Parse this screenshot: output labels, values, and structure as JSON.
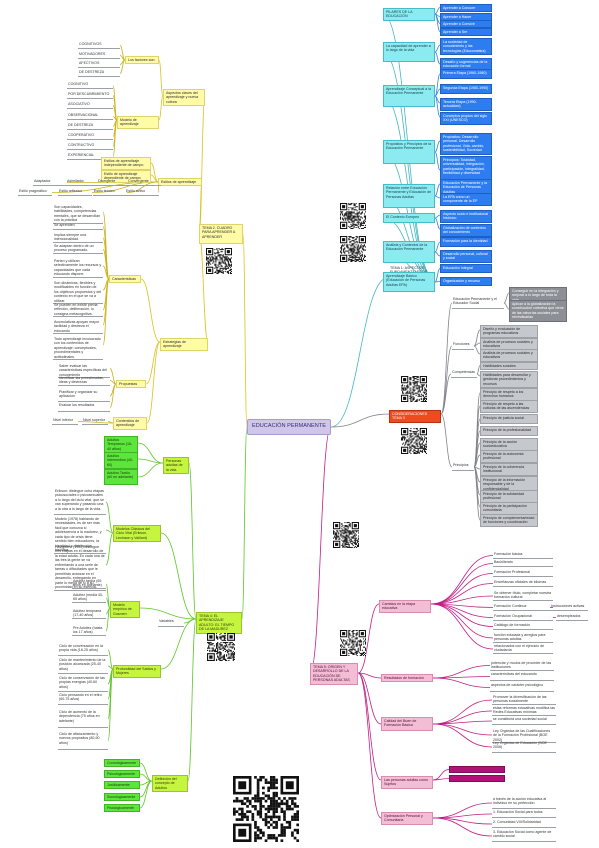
{
  "colors": {
    "central_bg": "#cfc6ea",
    "central_text": "#3a2d7a",
    "yellow": "#fff15a",
    "yellow_light": "#fffba6",
    "cyan": "#8bebf0",
    "blue": "#2d7df0",
    "gray": "#8c8f95",
    "gray_light": "#c5c8cd",
    "red": "#f04a1e",
    "pink": "#f4bdd6",
    "magenta": "#b0127a",
    "green": "#5ee53d",
    "green_light": "#c6f53f",
    "edge_yellow": "#d9c21b",
    "edge_cyan": "#3fb7c4",
    "edge_gray": "#80838a",
    "edge_magenta": "#c11e86",
    "edge_green": "#5fc62a"
  },
  "map": {
    "central": "EDUCACIÓN PERMANENTE",
    "qr_codes": [
      "qr-code",
      "qr-code",
      "qr-code",
      "qr-code",
      "qr-code",
      "qr-code",
      "qr-code",
      "qr-code",
      "qr-code"
    ],
    "t2": {
      "title": "TEMA 2. CUADRO PARA APRENDER A APRENDER",
      "aspectos": {
        "title": "Aspectos claves del aprendizaje y nueva cultura",
        "factores": {
          "title": "Los factores son:",
          "items": [
            "COGNITIVOS",
            "MOTIVADORES",
            "AFECTIVOS",
            "DE DESTREZA"
          ]
        },
        "modelo": {
          "title": "Modelo de aprendizaje",
          "items": [
            "COGNITIVO",
            "POR DESCUBRIMIENTO",
            "ASOCIATIVO",
            "OBSERVACIONAL",
            "DE DESTREZA",
            "COOPERATIVO",
            "CONTRUCTIVO",
            "EXPERIENCIAL"
          ]
        }
      },
      "estilos": {
        "title": "Estilos de aprendizaje",
        "items": [
          "Estilos de aprendizaje independiente de campo",
          "Estilo de aprendizaje dependiente de campo"
        ],
        "leaves": [
          "Adaptador",
          "Asimilador",
          "Divergente",
          "Convergente",
          "Estilo pragmático",
          "Estilo reflexivo",
          "Estilo teórico",
          "Estilo activo"
        ]
      },
      "estrategias": {
        "title": "Estrategias de aprendizaje",
        "caracteristicas": {
          "title": "Características",
          "items": [
            "Son capacidades, habilidades, competencias mentales, que se desarrollan con la práctica",
            "Se aprenden",
            "Implica siempre una intencionalidad.",
            "Se adaptan dentro de un proceso programado.",
            "Parten y utilizan selectivamente los recursos y capacidades que cada educando dispone.",
            "Son dinámicas, flexibles y modificables en función de los objetivos propuestos y del contexto en el que se va a utilizar.",
            "Se pueden en existir previa reflexión, deliberación, lo consigna metacognitiva.",
            "Acumulativas apoyan mayor facilidad y destreza el educando",
            "Todo aprendizaje involucrado con los contenidos de aprendizaje: conceptuales, procedimentales y actitudinales."
          ]
        },
        "propuestas": {
          "title": "Propuestas",
          "items": [
            "Saber evaluar las características específicas del conocimiento",
            "Identificar las preestimadas, ideas y destrezas",
            "Planificar y organizar su aplicación",
            "Evaluar los resultados"
          ]
        },
        "contenidos": {
          "title": "Contenidos de aprendizaje",
          "items": [
            "Nivel inferior",
            "Nivel superior"
          ]
        }
      }
    },
    "t1": {
      "title": "TEMA 1: ASPECTOS FUNDAMENTALES DE LA EDUCACIÓN PERMANENTE",
      "branches": [
        {
          "label": "PILARES DE LA EDUCACIÓN",
          "items": [
            "Aprender a Conocer",
            "Aprender a Hacer",
            "Aprender a Convivir",
            "Aprender a Ser"
          ]
        },
        {
          "label": "La capacidad de aprender a lo largo de la vida",
          "items": [
            "La sociedad de conocimiento y las tecnologías (Educomática)",
            "Desafío y sugerencias de la educación formal"
          ]
        },
        {
          "label": "Aprendizaje Conceptual a la Educación Permanente",
          "items": [
            "Primera Etapa (1960-1980)",
            "Segunda Etapa (1980-1990)",
            "Tercera Etapa (1990-actualidad)",
            "Conceptos propios del siglo XXI (UNESCO)"
          ]
        },
        {
          "label": "Propósitos y Principios de la Educación Permanente",
          "items": [
            "Propósitos: Desarrollo personal, Desarrollo profesional, Vida, cambio, sostenibilidad, Sociedad",
            "Principios: Totalidad, universalidad, integración, participación, integralidad, flexibilidad y diversidad"
          ]
        },
        {
          "label": "Relación entre Educación Permanente y Educación de Personas Adultas",
          "items": [
            "Educación Permanente y la Educación de Personas Adultas",
            "La EPA como un componente de la EP"
          ]
        },
        {
          "label": "El Contexto Europeo",
          "items": [
            "Aspecto socio e institucional histórico",
            "Globalización de contextos del conocimiento"
          ]
        },
        {
          "label": "Análisis y Contextos de la Educación Permanente",
          "items": [
            "Formación para la identidad",
            "Desarrollo personal, cultural y social"
          ]
        },
        {
          "label": "Aprendizaje Básico (Educación de Personas Adultas EPA)",
          "items": [
            "Educación Integral",
            "Organización y recurso"
          ]
        }
      ]
    },
    "t3": {
      "title": "CONSIDERACIONES TEMA 3",
      "edu": {
        "label": "Educación Permanente y el Educador Social",
        "items": [
          "Conseguir en la integración y mejorar a lo largo de toda la vida",
          "Aplicar a la globalización la construcción colectiva que viene de las minorías sociales para reivindicarlas"
        ]
      },
      "funciones": {
        "label": "Funciones",
        "items": [
          "Diseño y evaluación de programas educativos",
          "Análisis de procesos sociales y educativos",
          "Análisis de procesos sociales y educativos"
        ]
      },
      "competencias": {
        "label": "Competencias",
        "items": [
          "Habilidades sociales",
          "Habilidades para desarrollar y gestionar procedimientos y recursos"
        ]
      },
      "principios": {
        "label": "Principios",
        "items": [
          "Principio de respeto a los derechos humanos",
          "Principio de respeto a las culturas de las ascendencias",
          "Principio de justicia social",
          "Principio de la profesionalidad",
          "Principio de la acción socioeducativa",
          "Principio de la autonomía profesional",
          "Principio de la coherencia institucional",
          "Principio de la información responsable y de la confidencialidad",
          "Principio de la solidaridad profesional",
          "Principio de la participación comunitaria",
          "Principio de complementariedad de funciones y coordinación"
        ]
      }
    },
    "t4": {
      "title": "TEMA 4: EL APRENDIZAJE ADULTO: EL TIEMPO DE LA MADUREZ",
      "adulta": {
        "title": "Personas adultas de la vida",
        "items": [
          "Adultos Tempranos (18-40 años)",
          "Adultos Intermedios (40-60)",
          "Adultos Tardío (60 en adelante)"
        ]
      },
      "modelos": {
        "title": "Modelos Clásicos del Ciclo Vital (Erikson, Levinson y Vaillant)",
        "texts": [
          "Erikson: distingue ocho etapas psicosociales o psicosexuales a lo largo del ciclo vital, que se van superando y pasando una a la otra a lo largo de la vida.",
          "Modelo (1978) hablando de necesidades, es de ser más fácil que conozca si adolescencia a la madurez, y cada tipo de crisis tiene sentido bien educadores, la identidad o distribución histórica.",
          "Havighurst (1953) distingue tres etapas en el desarrollo de la edad adulta. En cada una de las tres la gente se va enfrentando a una serie de tareas o dificultades que le permitirán avanzar en el desarrollo, entregando en parte lo mejor de sí a su proximidad en su esencia."
        ],
        "stages": {
          "title": "Modelo empírico de Gusmen",
          "items": [
            "Adultez tardía (65 años en adelante)",
            "Adultez (media 40-65 años)",
            "Adultez temprana (17-40 años)",
            "Pre Adultez (hasta los 17 años)"
          ]
        }
      },
      "variables": {
        "title": "Variables"
      },
      "sabiduria": {
        "title": "Profundidad del Sabios y Mujeres",
        "items": [
          "Ciclo de conversación en la propia vida (18-25 años)",
          "Ciclo de mantenimiento de la posición alcanzada (25-40 años)",
          "Ciclo de conservación de las propias energías (40-60 años)",
          "Ciclo pensando en el retiro (60-75 años)",
          "Ciclo de aumento de la dependencia (75 años en adelante)",
          "Ciclo de afianzamiento y nuevos propósitos (80-90 años)"
        ]
      },
      "definicion": {
        "title": "Definición del concepto de Adultos",
        "items": [
          "Cronológicamente",
          "Psicológicamente",
          "Jurídicamente",
          "Sociológicamente",
          "Fisiológicamente"
        ]
      }
    },
    "t5": {
      "title": "TEMA 5: ORIGEN Y DESARROLLO DE LA EDUCACIÓN DE PERSONAS ADULTAS",
      "cambios": {
        "label": "Cambios en la etapa educativa",
        "items": [
          "Formación básica",
          "Bachillerato",
          "Formación Profesional",
          "Enseñanzas oficiales de idiomas",
          "Se obtener título, completar nuestra formación cultural",
          "Formación Continua",
          "Formación Ocupacional",
          "Catálogo de formación",
          "función educada y arreglos para personas adultas",
          "relacionados con el ejercicio de ciudadanía"
        ],
        "extras": [
          "Instrucciones activas",
          "desempleados"
        ]
      },
      "resultados": {
        "label": "Resultados de formación",
        "items": [
          "potenciar y modos de proceder de las instituciones",
          "características del educando",
          "aspectos de carácter psicológico"
        ]
      },
      "calidad": {
        "label": "Calidad del Buen de Formación Básica",
        "items": [
          "Promover la diversificación de las personas socialmente",
          "estas reformas educativas modifica las Redes Educativas mínimas",
          "se constituirá una sociedad social",
          "Ley Orgánica de las Cualificaciones de la Formación Profesional (BOE 2002)",
          "Ley Orgánica de Educación (BOE 2006)"
        ]
      },
      "personas": {
        "label": "Las personas adultas como Sujetos",
        "items": [
          "",
          ""
        ]
      },
      "optimizacion": {
        "label": "Optimización Personal y Comunitaria",
        "items": [
          "a través de la acción educativa al individuo en su perfección",
          "1. Educación Social para todos",
          "2. Comunidad VIII/Solidaridad",
          "3. Educación Social como agente de cambio social"
        ]
      }
    }
  }
}
